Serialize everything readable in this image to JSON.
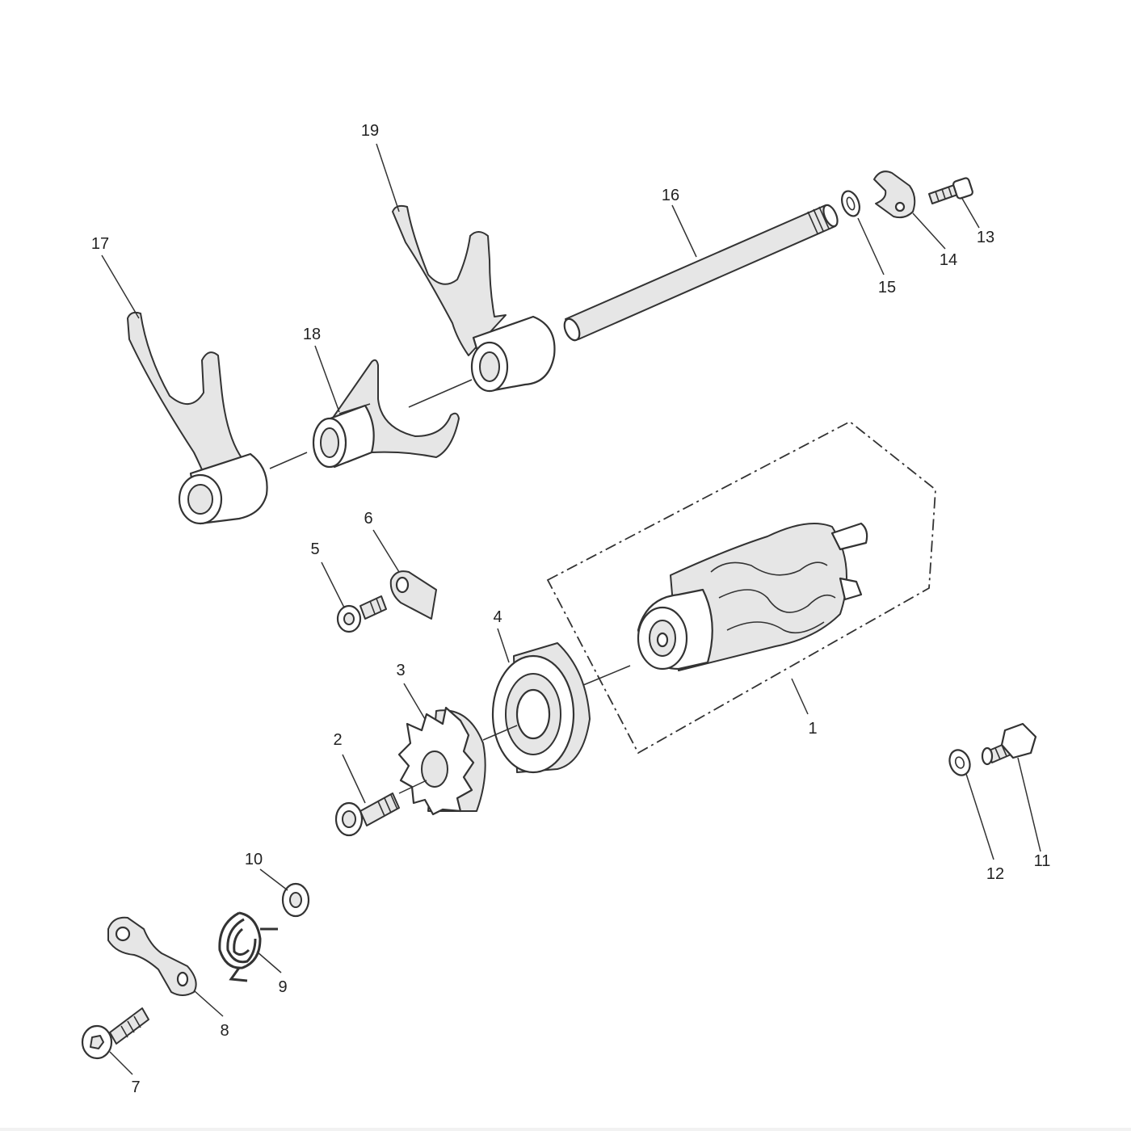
{
  "diagram": {
    "line_color": "#333333",
    "fill_color": "#e6e6e6",
    "callouts": [
      {
        "id": "1",
        "label": "1"
      },
      {
        "id": "2",
        "label": "2"
      },
      {
        "id": "3",
        "label": "3"
      },
      {
        "id": "4",
        "label": "4"
      },
      {
        "id": "5",
        "label": "5"
      },
      {
        "id": "6",
        "label": "6"
      },
      {
        "id": "7",
        "label": "7"
      },
      {
        "id": "8",
        "label": "8"
      },
      {
        "id": "9",
        "label": "9"
      },
      {
        "id": "10",
        "label": "10"
      },
      {
        "id": "11",
        "label": "11"
      },
      {
        "id": "12",
        "label": "12"
      },
      {
        "id": "13",
        "label": "13"
      },
      {
        "id": "14",
        "label": "14"
      },
      {
        "id": "15",
        "label": "15"
      },
      {
        "id": "16",
        "label": "16"
      },
      {
        "id": "17",
        "label": "17"
      },
      {
        "id": "18",
        "label": "18"
      },
      {
        "id": "19",
        "label": "19"
      }
    ]
  }
}
